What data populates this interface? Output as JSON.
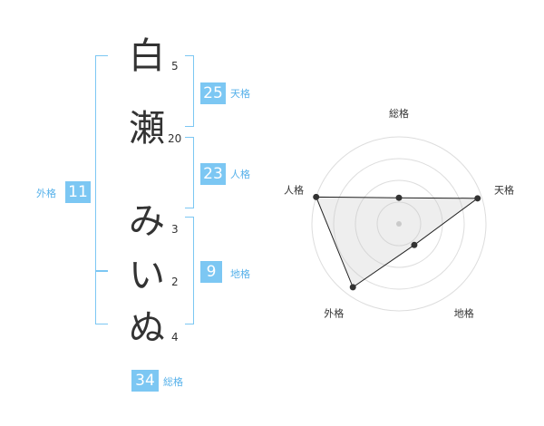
{
  "name_chars": [
    {
      "char": "白",
      "strokes": "5"
    },
    {
      "char": "瀬",
      "strokes": "20"
    },
    {
      "char": "み",
      "strokes": "3"
    },
    {
      "char": "い",
      "strokes": "2"
    },
    {
      "char": "ぬ",
      "strokes": "4"
    }
  ],
  "fortunes": {
    "tenkaku": {
      "value": "25",
      "label": "天格"
    },
    "jinkaku": {
      "value": "23",
      "label": "人格"
    },
    "chikaku": {
      "value": "9",
      "label": "地格"
    },
    "gaikaku": {
      "value": "11",
      "label": "外格"
    },
    "soukaku": {
      "value": "34",
      "label": "総格"
    }
  },
  "colors": {
    "accent": "#7cc7f3",
    "label_text": "#56b1ea",
    "text": "#333333"
  },
  "chart_data": {
    "type": "radar",
    "axes": [
      "総格",
      "天格",
      "地格",
      "外格",
      "人格"
    ],
    "values": [
      0.3,
      0.95,
      0.3,
      0.9,
      1.0
    ],
    "rmax": 1,
    "rings": 4
  }
}
